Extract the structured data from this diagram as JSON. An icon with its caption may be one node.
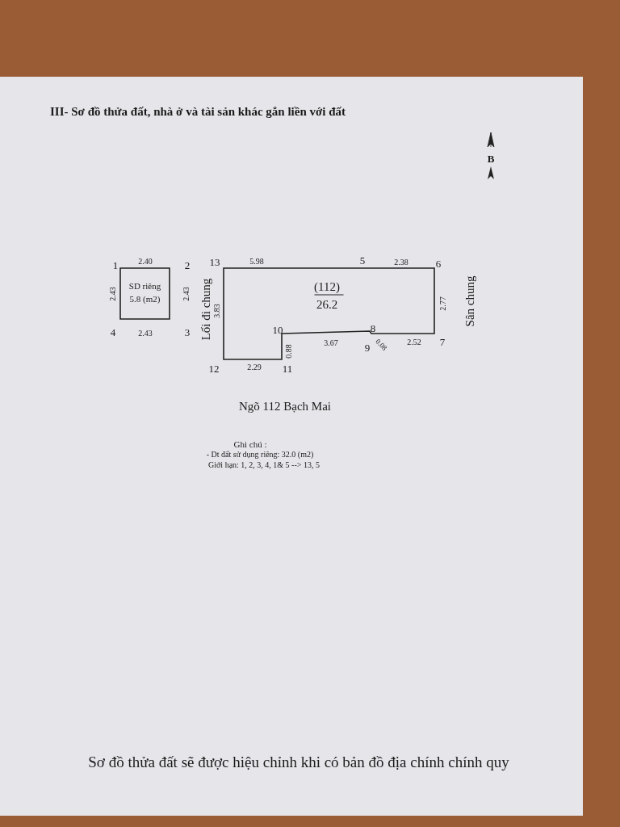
{
  "diagram": {
    "title": "III- Sơ đồ thửa đất, nhà ở và tài sản khác gắn liền với đất",
    "caption": "Sơ đồ thửa đất sẽ được hiệu chỉnh khi có bản đồ địa chính chính quy",
    "nodes": [
      {
        "text": [
          "SD riêng 5.8 (m2)"
        ]
      },
      {
        "text": [
          "(112)",
          "26.2"
        ]
      }
    ],
    "edges": [],
    "labels": [
      "B",
      "1",
      "2.40",
      "2",
      "13",
      "5.98",
      "5",
      "2.38",
      "6",
      "2.43",
      "2.43",
      "Lối đi chung",
      "3.83",
      "2.77",
      "Sân chung",
      "4",
      "2.43",
      "3",
      "10",
      "8",
      "9",
      "0.08",
      "3.67",
      "2.52",
      "7",
      "0.88",
      "12",
      "2.29",
      "11",
      "Ngõ 112 Bạch Mai",
      "Ghi chú :",
      "- Dt đất sử dụng riêng: 32.0 (m2)",
      "Giới hạn: 1, 2, 3, 4, 1& 5 --> 13, 5"
    ]
  }
}
